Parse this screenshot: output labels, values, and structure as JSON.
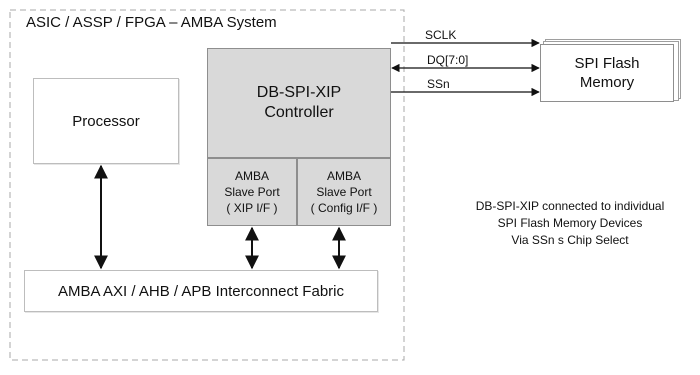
{
  "system": {
    "title": "ASIC / ASSP / FPGA – AMBA System"
  },
  "processor": {
    "label": "Processor"
  },
  "controller": {
    "line1": "DB-SPI-XIP",
    "line2": "Controller"
  },
  "ports": {
    "xip": {
      "line1": "AMBA",
      "line2": "Slave Port",
      "line3": "( XIP I/F )"
    },
    "config": {
      "line1": "AMBA",
      "line2": "Slave Port",
      "line3": "( Config I/F )"
    }
  },
  "fabric": {
    "label": "AMBA AXI / AHB / APB Interconnect Fabric"
  },
  "flash": {
    "line1": "SPI Flash",
    "line2": "Memory"
  },
  "signals": {
    "sclk": "SCLK",
    "dq": "DQ[7:0]",
    "ssn": "SSn"
  },
  "note": {
    "line1": "DB-SPI-XIP connected to individual",
    "line2": "SPI Flash Memory Devices",
    "line3": "Via SSn s Chip Select"
  }
}
